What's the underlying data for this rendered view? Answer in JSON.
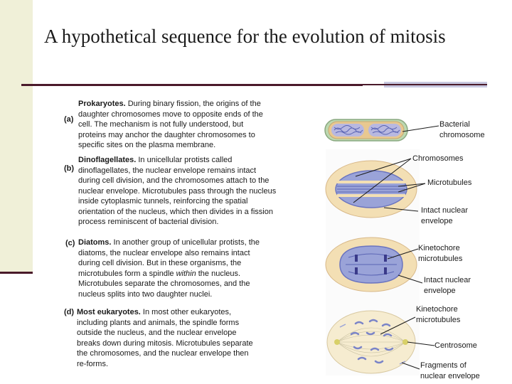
{
  "title": "A hypothetical sequence for the evolution of mitosis",
  "panels": [
    {
      "letter": "(a)",
      "heading": "Prokaryotes.",
      "lines": [
        " During binary fission, the origins of the",
        "daughter chromosomes move to opposite ends of the",
        "cell. The mechanism is not fully understood, but",
        "proteins may anchor the daughter chromosomes to",
        "specific sites on the plasma membrane."
      ]
    },
    {
      "letter": "(b)",
      "heading": "Dinoflagellates.",
      "lines": [
        " In unicellular protists called",
        "dinoflagellates, the nuclear envelope remains intact",
        "during cell division, and the chromosomes attach to the",
        "nuclear envelope. Microtubules pass through the nucleus",
        "inside cytoplasmic tunnels, reinforcing the spatial",
        "orientation of the nucleus, which then divides in a fission",
        "process reminiscent of bacterial division."
      ]
    },
    {
      "letter": "(c)",
      "heading": "Diatoms.",
      "lines": [
        " In another group of unicellular protists, the",
        "diatoms, the nuclear envelope also remains intact",
        "during cell division. But in these organisms, the",
        "microtubules form a spindle ",
        "the nucleus.",
        "Microtubules separate the chromosomes, and the",
        "nucleus splits into two daughter nuclei."
      ],
      "italic_word": "within"
    },
    {
      "letter": "(d)",
      "heading": "Most eukaryotes.",
      "lines": [
        " In most other eukaryotes,",
        "including plants and animals, the spindle forms",
        "outside the nucleus, and the nuclear envelope",
        "breaks down during mitosis. Microtubules separate",
        "the chromosomes, and the nuclear envelope then",
        "re-forms."
      ]
    }
  ],
  "labels": {
    "bacterial_chromosome": [
      "Bacterial",
      "chromosome"
    ],
    "chromosomes": "Chromosomes",
    "microtubules": "Microtubules",
    "intact_nuclear_envelope_b": [
      "Intact nuclear",
      "envelope"
    ],
    "kinetochore_microtubules_c": [
      "Kinetochore",
      "microtubules"
    ],
    "intact_nuclear_envelope_c": [
      "Intact nuclear",
      "envelope"
    ],
    "kinetochore_microtubules_d": [
      "Kinetochore",
      "microtubules"
    ],
    "centrosome": "Centrosome",
    "fragments_nuclear_envelope": [
      "Fragments of",
      "nuclear envelope"
    ]
  },
  "colors": {
    "accent_dark": "#4a1a2a",
    "strip": "#f0f0d8",
    "cell_fill": "#f3dfb4",
    "nucleus_blue": "#9aa3d8",
    "chromosome_blue": "#5a64b4",
    "bacteria_green": "#bcd8b0"
  }
}
